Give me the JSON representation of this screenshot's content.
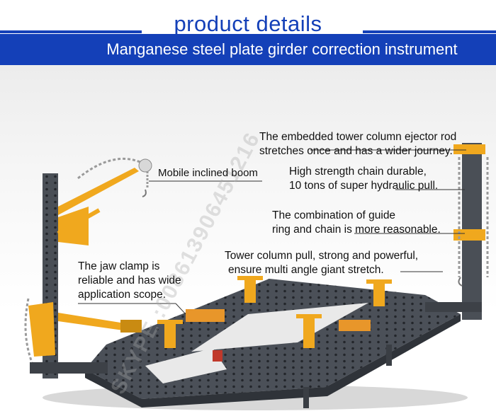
{
  "header": {
    "title": "product details",
    "subtitle": "Manganese steel plate girder correction instrument"
  },
  "annotations": {
    "tower_rod": [
      "The embedded tower column ejector rod",
      "stretches once and has a wider journey."
    ],
    "chain": [
      "High strength chain durable,",
      "10 tons of super hydraulic pull."
    ],
    "guide": [
      "The combination of guide",
      "ring and chain is more reasonable."
    ],
    "tower_pull": [
      "Tower column pull, strong and powerful,",
      "ensure multi angle giant stretch."
    ],
    "boom": "Mobile inclined boom",
    "jaw": [
      "The jaw clamp is",
      "reliable and has wide",
      "application scope."
    ]
  },
  "watermark": "SKYPE :008613906451216",
  "colors": {
    "brand_blue": "#1440b8",
    "frame_gray": "#4a4f56",
    "accent_orange": "#f0a81e"
  }
}
